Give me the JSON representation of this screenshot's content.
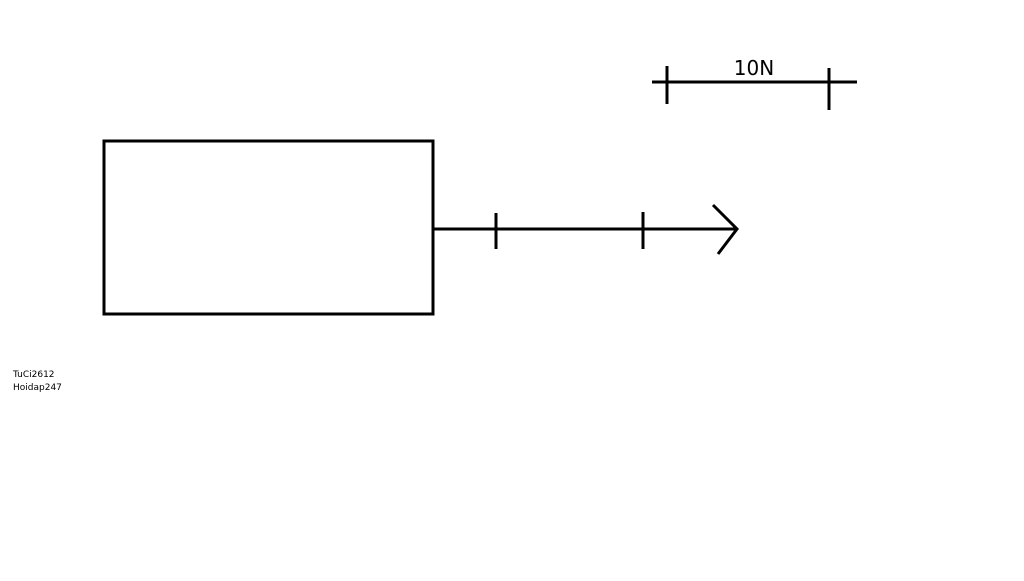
{
  "diagram": {
    "scale": {
      "label": "10N"
    },
    "watermark": {
      "line1": "TuCi2612",
      "line2": "Hoidap247"
    },
    "colors": {
      "stroke": "#000000",
      "background": "#ffffff"
    }
  }
}
